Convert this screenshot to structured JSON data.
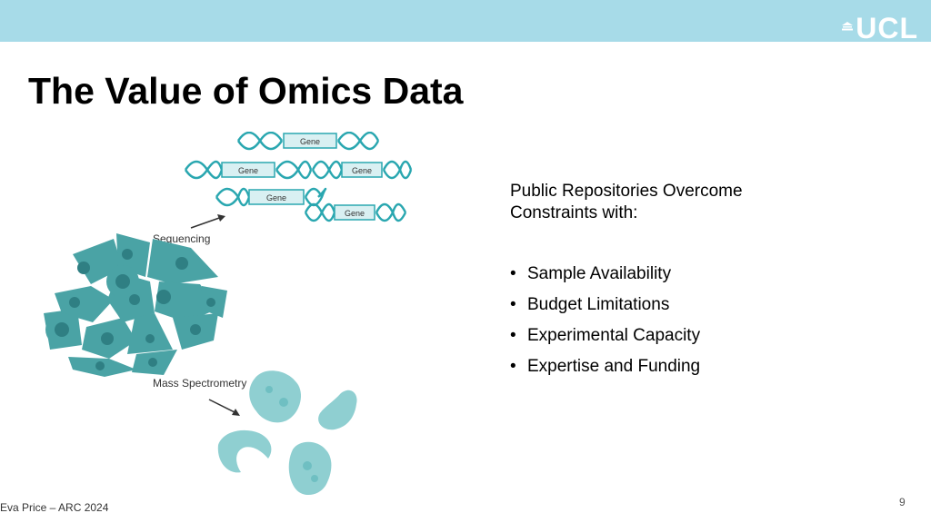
{
  "header": {
    "logo_text": "UCL",
    "logo_icon": "portico-icon"
  },
  "slide": {
    "title": "The Value of Omics Data",
    "intro": "Public Repositories Overcome Constraints with:",
    "bullets": [
      "Sample Availability",
      "Budget Limitations",
      "Experimental Capacity",
      "Expertise and Funding"
    ]
  },
  "illustration": {
    "gene_label": "Gene",
    "sequencing_label": "Sequencing",
    "mass_spec_label": "Mass Spectrometry",
    "colors": {
      "cell": "#4aa3a5",
      "cell_dark": "#2f7f83",
      "protein": "#8fcfd1",
      "dna": "#2aa7b0",
      "arrow": "#333333"
    }
  },
  "footer": {
    "author": "Eva Price – ARC 2024",
    "page_number": "9"
  }
}
